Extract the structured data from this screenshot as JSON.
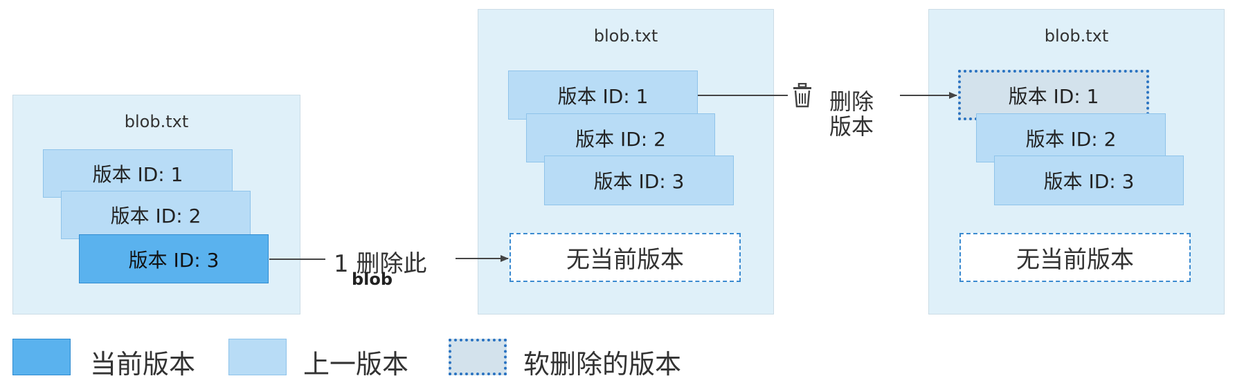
{
  "panel1": {
    "title": "blob.txt",
    "versions": [
      "版本 ID: 1",
      "版本 ID: 2",
      "版本 ID: 3"
    ]
  },
  "action1": {
    "line1": "1 删除此",
    "line2": "blob"
  },
  "panel2": {
    "title": "blob.txt",
    "versions": [
      "版本 ID: 1",
      "版本 ID: 2",
      "版本 ID: 3"
    ],
    "no_current": "无当前版本"
  },
  "action2": {
    "icon": "trash-icon",
    "line1": "删除",
    "line2": "版本"
  },
  "panel3": {
    "title": "blob.txt",
    "versions": [
      "版本 ID: 1",
      "版本 ID: 2",
      "版本 ID: 3"
    ],
    "no_current": "无当前版本"
  },
  "legend": {
    "current": "当前版本",
    "previous": "上一版本",
    "soft_deleted": "软删除的版本"
  },
  "colors": {
    "panel_bg": "#dff0f9",
    "current_version": "#5ab2ee",
    "previous_version": "#b8dcf6",
    "soft_deleted": "#d3e2ec",
    "dashed_border": "#2a73c1"
  }
}
